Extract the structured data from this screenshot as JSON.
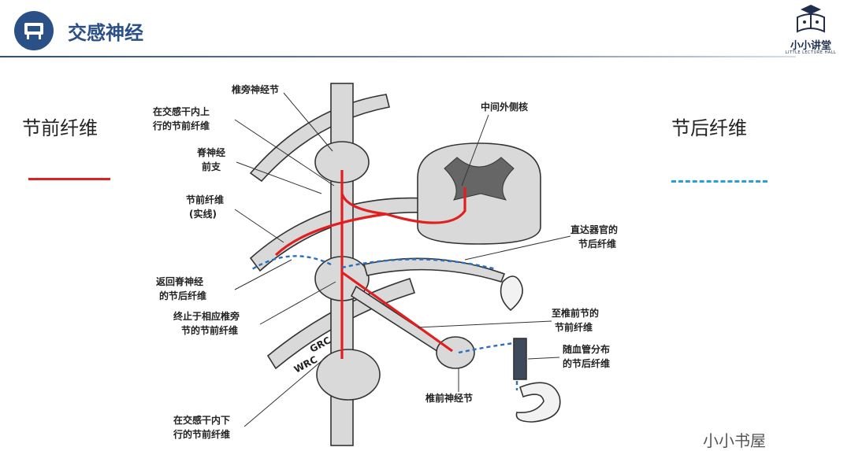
{
  "header": {
    "title": "交感神经",
    "logo_text": "小小讲堂",
    "logo_sub": "LITTLE LECTURE HALL"
  },
  "legend": {
    "pre_label": "节前纤维",
    "post_label": "节后纤维",
    "pre_color": "#e02020",
    "post_color": "#2aa0d8"
  },
  "diagram": {
    "labels": {
      "paravertebral_ganglion": "椎旁神经节",
      "ascend_1": "在交感干内上",
      "ascend_2": "行的节前纤维",
      "ventral_ramus_1": "脊神经",
      "ventral_ramus_2": "前支",
      "pre_fiber_1": "节前纤维",
      "pre_fiber_2": "(实线)",
      "return_1": "返回脊神经",
      "return_2": "的节后纤维",
      "terminate_1": "终止于相应椎旁",
      "terminate_2": "节的节前纤维",
      "descend_1": "在交感干内下",
      "descend_2": "行的节前纤维",
      "lateral_horn": "中间外侧核",
      "direct_organ_1": "直达器官的",
      "direct_organ_2": "节后纤维",
      "to_prevertebral_1": "至椎前节的",
      "to_prevertebral_2": "节前纤维",
      "vessel_1": "随血管分布",
      "vessel_2": "的节后纤维",
      "prevertebral_ganglion": "椎前神经节",
      "grc": "GRC",
      "wrc": "WRC"
    }
  },
  "watermark": "小小书屋"
}
